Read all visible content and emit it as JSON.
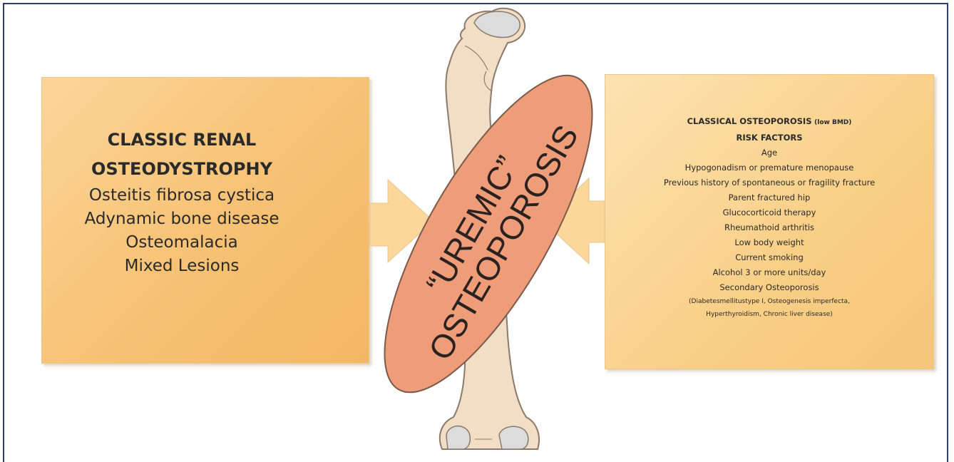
{
  "left": {
    "title_line1": "CLASSIC RENAL",
    "title_line2": "OSTEODYSTROPHY",
    "items": [
      "Osteitis fibrosa cystica",
      "Adynamic bone disease",
      "Osteomalacia",
      "Mixed Lesions"
    ]
  },
  "center": {
    "line1": "“UREMIC”",
    "line2": "OSTEOPOROSIS"
  },
  "right": {
    "title": "CLASSICAL OSTEOPOROSIS",
    "title_small": "(low BMD)",
    "subtitle": "RISK FACTORS",
    "items": [
      "Age",
      "Hypogonadism or premature menopause",
      "Previous history of spontaneous or fragility fracture",
      "Parent fractured hip",
      "Glucocorticoid therapy",
      "Rheumathoid arthritis",
      "Low body weight",
      "Current smoking",
      "Alcohol 3 or more units/day",
      "Secondary Osteoporosis"
    ],
    "note_line1": "(Diabetesmellitustype I, Osteogenesis imperfecta,",
    "note_line2": "Hyperthyroidism, Chronic liver disease)"
  },
  "colors": {
    "box_fill": "#f7c173",
    "arrow_fill": "#fbd79b",
    "bone_fill": "#f2ddc6",
    "bone_stroke": "#8a7a6a",
    "joint_fill": "#dcdcdc",
    "ellipse_fill": "#ee9d78",
    "ellipse_stroke": "#7a5a4a",
    "frame": "#2d3e6b"
  }
}
